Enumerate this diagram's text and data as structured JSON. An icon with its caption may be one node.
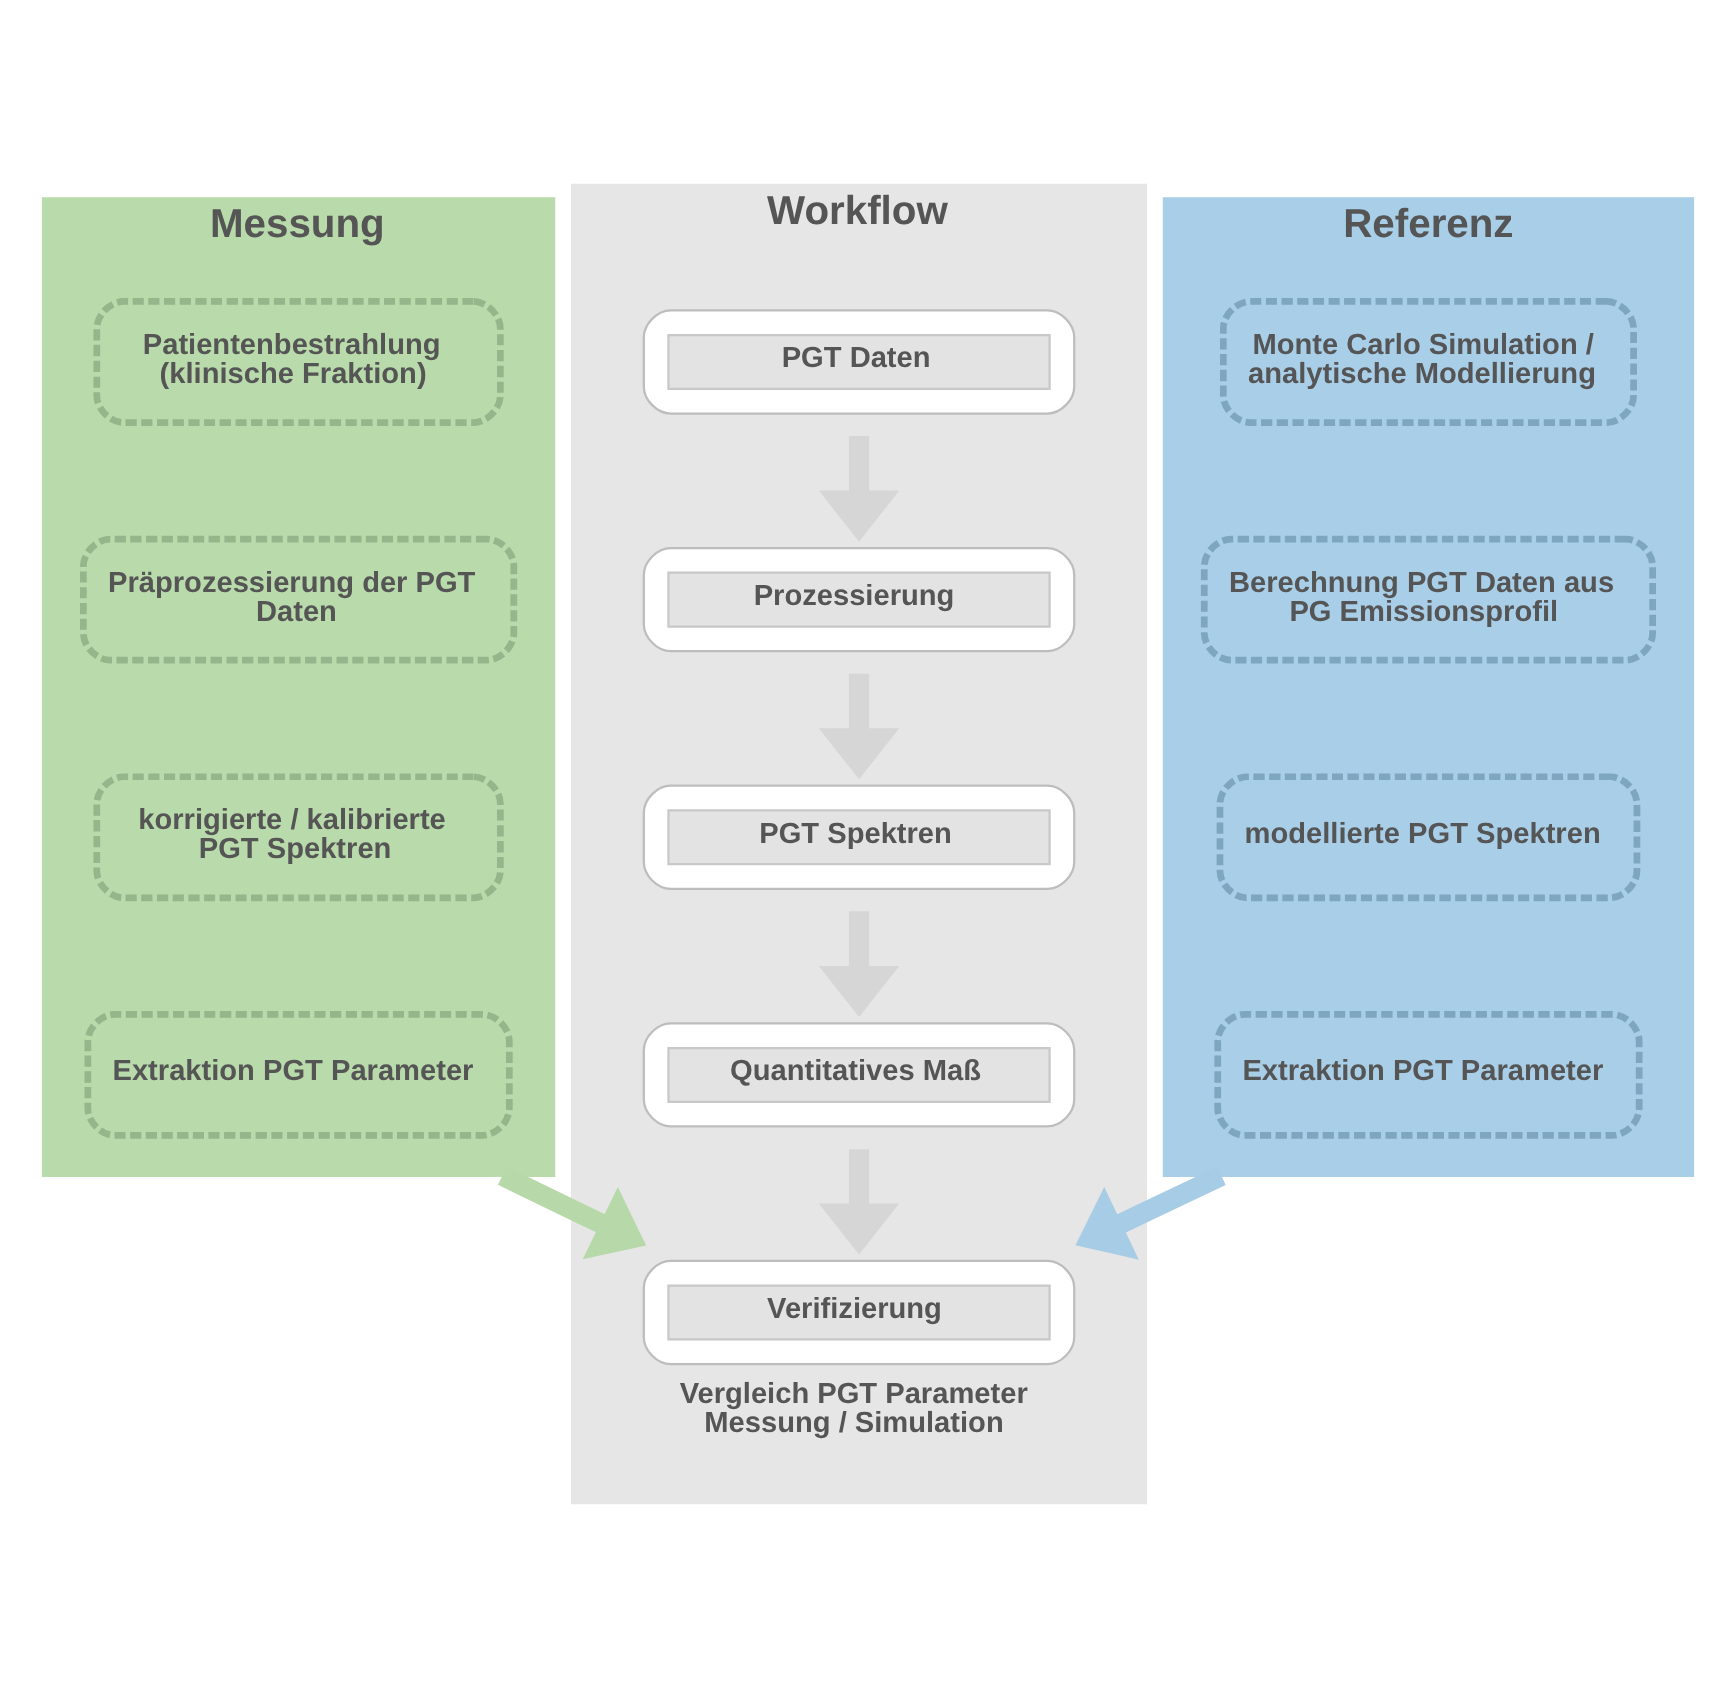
{
  "diagram": {
    "nodes": [
      {
        "text": [
          "Messung"
        ]
      },
      {
        "text": [
          "Patientenbestrahlung (klinische Fraktion)"
        ],
        "in": 0
      },
      {
        "text": [
          "Präprozessierung der PGT Daten"
        ],
        "in": 0
      },
      {
        "text": [
          "korrigierte / kalibrierte PGT Spektren"
        ],
        "in": 0
      },
      {
        "text": [
          "Extraktion PGT Parameter"
        ],
        "in": 0
      },
      {
        "text": [
          "Workflow"
        ]
      },
      {
        "text": [
          "PGT Daten"
        ],
        "in": 5
      },
      {
        "text": [
          "Prozessierung"
        ],
        "in": 5
      },
      {
        "text": [
          "PGT Spektren"
        ],
        "in": 5
      },
      {
        "text": [
          "Quantitatives Maß"
        ],
        "in": 5
      },
      {
        "text": [
          "Verifizierung"
        ],
        "in": 5,
        "beside": [
          "Vergleich PGT Parameter Messung / Simulation"
        ]
      },
      {
        "text": [
          "Referenz"
        ]
      },
      {
        "text": [
          "Monte Carlo Simulation / analytische Modellierung"
        ],
        "in": 11
      },
      {
        "text": [
          "Berechnung PGT Daten aus PG Emissionsprofil"
        ],
        "in": 11
      },
      {
        "text": [
          "modellierte PGT Spektren"
        ],
        "in": 11
      },
      {
        "text": [
          "Extraktion PGT Parameter"
        ],
        "in": 11
      }
    ],
    "edges": [
      {
        "from": 6,
        "to": 7,
        "arrow": "to"
      },
      {
        "from": 7,
        "to": 8,
        "arrow": "to"
      },
      {
        "from": 8,
        "to": 9,
        "arrow": "to"
      },
      {
        "from": 9,
        "to": 10,
        "arrow": "to"
      },
      {
        "from": 0,
        "to": 10,
        "arrow": "to",
        "color": "#b7d9a9"
      },
      {
        "from": 11,
        "to": 10,
        "arrow": "to",
        "color": "#a6cce6"
      }
    ]
  }
}
